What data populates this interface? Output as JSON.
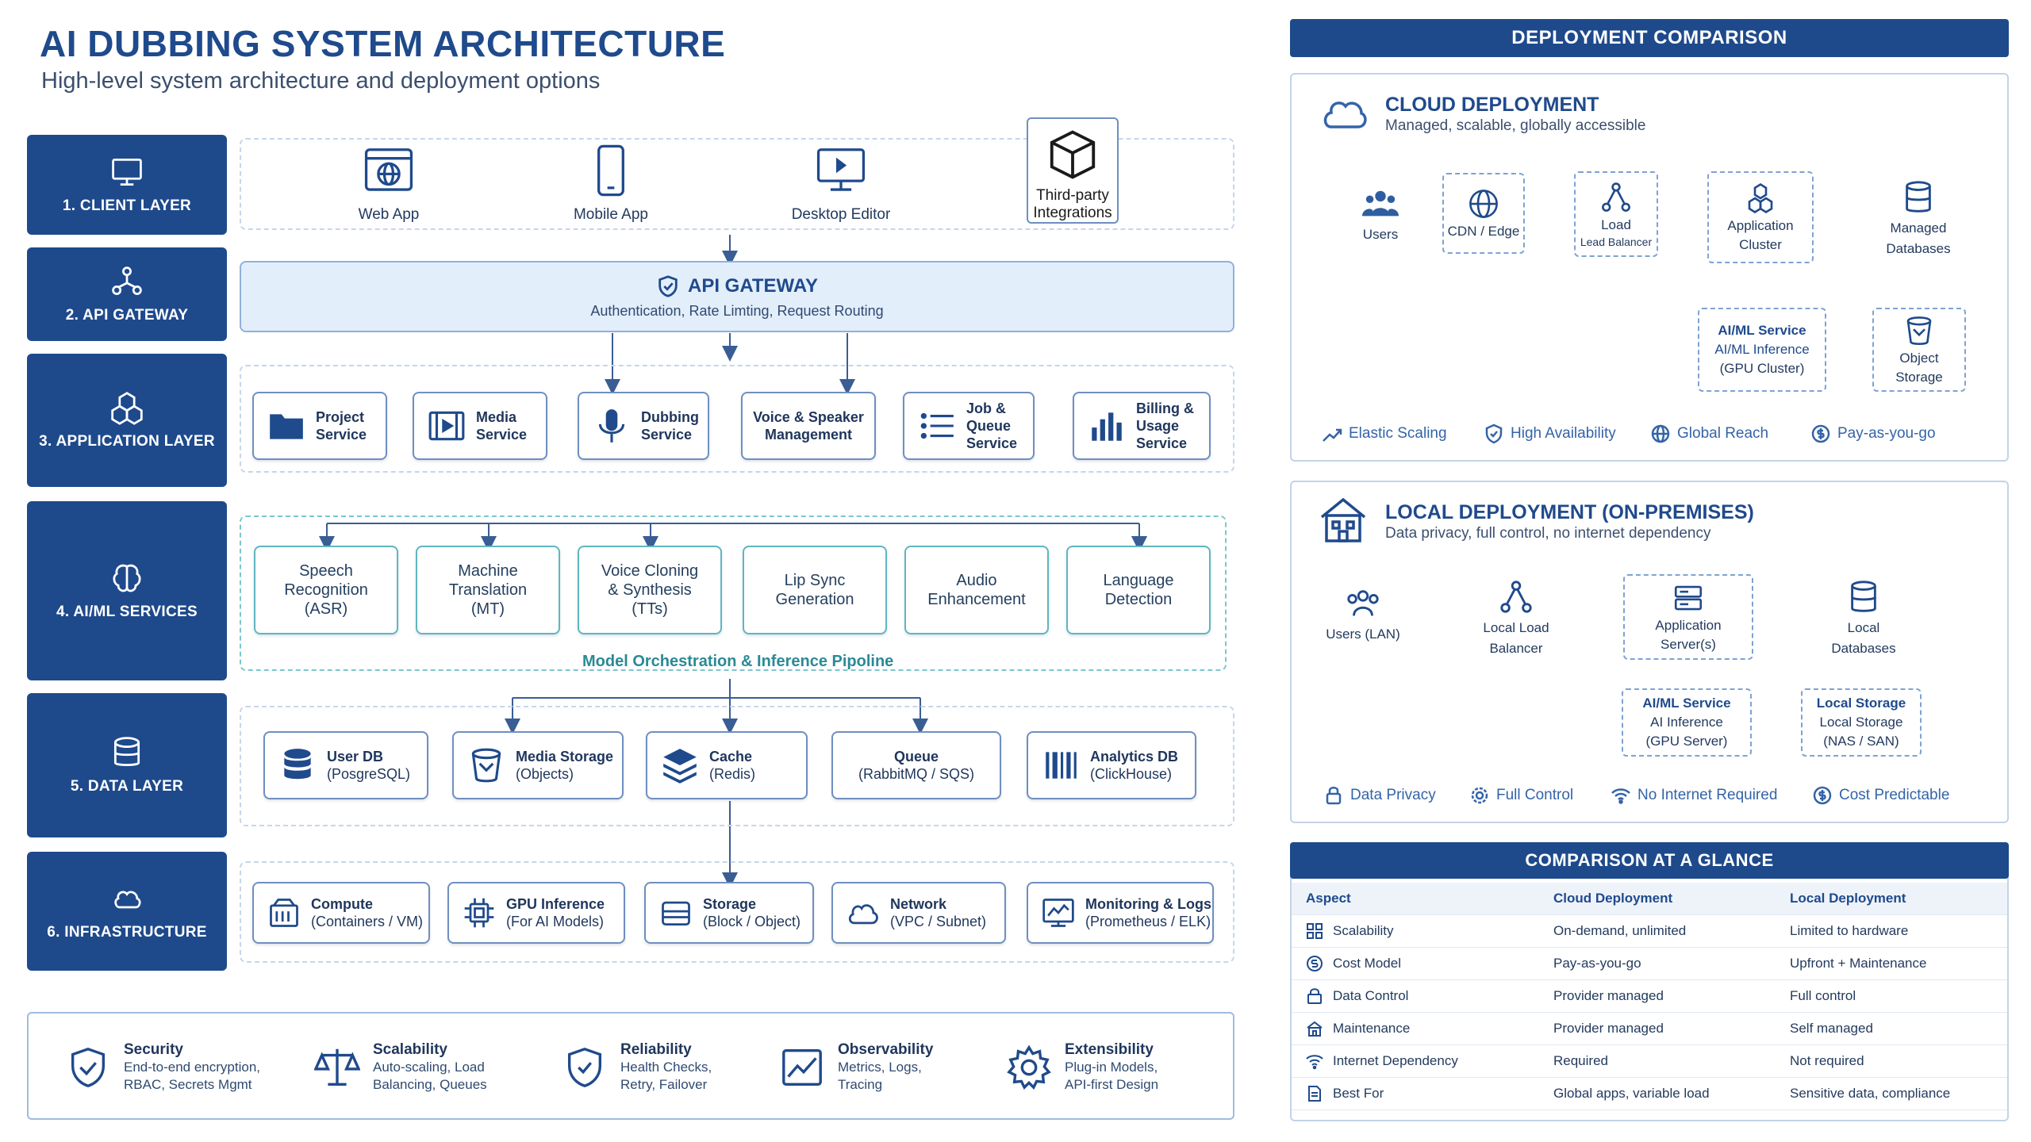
{
  "header": {
    "title": "AI DUBBING SYSTEM ARCHITECTURE",
    "subtitle": "High-level system architecture and deployment options"
  },
  "layers": [
    {
      "label": "1. CLIENT LAYER",
      "icon": "monitor-icon"
    },
    {
      "label": "2. API GATEWAY",
      "icon": "network-icon"
    },
    {
      "label": "3. APPLICATION LAYER",
      "icon": "cubes-icon"
    },
    {
      "label": "4. AI/ML SERVICES",
      "icon": "brain-icon"
    },
    {
      "label": "5. DATA LAYER",
      "icon": "database-icon"
    },
    {
      "label": "6. INFRASTRUCTURE",
      "icon": "cloud-icon"
    }
  ],
  "clients": [
    {
      "label": "Web App",
      "icon": "globe-window-icon"
    },
    {
      "label": "Mobile App",
      "icon": "phone-icon"
    },
    {
      "label": "Desktop Editor",
      "icon": "desktop-icon"
    },
    {
      "label": "Third-party Integrations",
      "icon": "cube-icon"
    }
  ],
  "gateway": {
    "title": "API GATEWAY",
    "subtitle": "Authentication, Rate Limting, Request Routing"
  },
  "app_services": [
    {
      "l1": "Project",
      "l2": "Service",
      "icon": "folder-icon"
    },
    {
      "l1": "Media",
      "l2": "Service",
      "icon": "film-icon"
    },
    {
      "l1": "Dubbing",
      "l2": "Service",
      "icon": "microphone-icon"
    },
    {
      "l1": "Voice & Speaker",
      "l2": "Management",
      "icon": "none"
    },
    {
      "l1": "Job & Queue",
      "l2": "Service",
      "icon": "list-icon"
    },
    {
      "l1": "Billing & Usage",
      "l2": "Service",
      "icon": "bar-chart-icon"
    }
  ],
  "ai_services": [
    {
      "l1": "Speech",
      "l2": "Recognition",
      "l3": "(ASR)"
    },
    {
      "l1": "Machine",
      "l2": "Translation",
      "l3": "(MT)"
    },
    {
      "l1": "Voice Cloning",
      "l2": "& Synthesis",
      "l3": "(TTs)"
    },
    {
      "l1": "Lip Sync",
      "l2": "Generation",
      "l3": ""
    },
    {
      "l1": "Audio",
      "l2": "Enhancement",
      "l3": ""
    },
    {
      "l1": "Language",
      "l2": "Detection",
      "l3": ""
    }
  ],
  "pipeline_label": "Model Orchestration & Inference Pipoline",
  "data_stores": [
    {
      "l1": "User DB",
      "l2": "(PosgreSQL)",
      "icon": "database-icon"
    },
    {
      "l1": "Media Storage",
      "l2": "(Objects)",
      "icon": "bucket-icon"
    },
    {
      "l1": "Cache",
      "l2": "(Redis)",
      "icon": "layers-icon"
    },
    {
      "l1": "Queue",
      "l2": "(RabbitMQ / SQS)",
      "icon": "none"
    },
    {
      "l1": "Analytics DB",
      "l2": "(ClickHouse)",
      "icon": "barcode-icon"
    }
  ],
  "infra": [
    {
      "l1": "Compute",
      "l2": "(Containers / VM)",
      "icon": "server-icon"
    },
    {
      "l1": "GPU Inference",
      "l2": "(For AI Models)",
      "icon": "chip-icon"
    },
    {
      "l1": "Storage",
      "l2": "(Block / Object)",
      "icon": "disk-icon"
    },
    {
      "l1": "Network",
      "l2": "(VPC / Subnet)",
      "icon": "cloud-outline-icon"
    },
    {
      "l1": "Monitoring & Logs",
      "l2": "(Prometheus / ELK)",
      "icon": "monitor-chart-icon"
    }
  ],
  "features": [
    {
      "title": "Security",
      "d1": "End-to-end encryption,",
      "d2": "RBAC, Secrets Mgmt",
      "icon": "shield-check-icon"
    },
    {
      "title": "Scalability",
      "d1": "Auto-scaling, Load",
      "d2": "Balancing, Queues",
      "icon": "scale-icon"
    },
    {
      "title": "Reliability",
      "d1": "Health Checks,",
      "d2": "Retry, Failover",
      "icon": "shield-icon"
    },
    {
      "title": "Observability",
      "d1": "Metrics, Logs,",
      "d2": "Tracing",
      "icon": "chart-line-icon"
    },
    {
      "title": "Extensibility",
      "d1": "Plug-in Models,",
      "d2": "API-first Design",
      "icon": "gear-icon"
    }
  ],
  "deployment": {
    "heading": "DEPLOYMENT COMPARISON",
    "cloud": {
      "title": "CLOUD DEPLOYMENT",
      "subtitle": "Managed, scalable, globally accessible",
      "nodes": {
        "users": "Users",
        "cdn": "CDN / Edge",
        "lb1": "Load",
        "lb2": "Lead Balancer",
        "app1": "Application",
        "app2": "Cluster",
        "db1": "Managed",
        "db2": "Databases",
        "ai0": "AI/ML Service",
        "ai1": "AI/ML Inference",
        "ai2": "(GPU Cluster)",
        "obj1": "Object",
        "obj2": "Storage"
      },
      "benefits": [
        "Elastic Scaling",
        "High Availability",
        "Global Reach",
        "Pay-as-you-go"
      ]
    },
    "local": {
      "title": "LOCAL DEPLOYMENT (ON-PREMISES)",
      "subtitle": "Data privacy, full control, no internet dependency",
      "nodes": {
        "users": "Users (LAN)",
        "lb1": "Local Load",
        "lb2": "Balancer",
        "app1": "Application",
        "app2": "Server(s)",
        "db1": "Local",
        "db2": "Databases",
        "ai0": "AI/ML Service",
        "ai1": "AI Inference",
        "ai2": "(GPU Server)",
        "st0": "Local Storage",
        "st1": "Local Storage",
        "st2": "(NAS / SAN)"
      },
      "benefits": [
        "Data Privacy",
        "Full Control",
        "No Internet Required",
        "Cost Predictable"
      ]
    },
    "glance": {
      "heading": "COMPARISON AT A GLANCE",
      "columns": [
        "Aspect",
        "Cloud Deployment",
        "Local Deployment"
      ],
      "rows": [
        {
          "aspect": "Scalability",
          "cloud": "On-demand, unlimited",
          "local": "Limited to hardware",
          "icon": "nodes-icon"
        },
        {
          "aspect": "Cost Model",
          "cloud": "Pay-as-you-go",
          "local": "Upfront + Maintenance",
          "icon": "coin-icon"
        },
        {
          "aspect": "Data Control",
          "cloud": "Provider managed",
          "local": "Full control",
          "icon": "lock-doc-icon"
        },
        {
          "aspect": "Maintenance",
          "cloud": "Provider managed",
          "local": "Self managed",
          "icon": "building-icon"
        },
        {
          "aspect": "Internet Dependency",
          "cloud": "Required",
          "local": "Not required",
          "icon": "wifi-icon"
        },
        {
          "aspect": "Best For",
          "cloud": "Global apps, variable load",
          "local": "Sensitive data, compliance",
          "icon": "doc-icon"
        }
      ]
    }
  }
}
